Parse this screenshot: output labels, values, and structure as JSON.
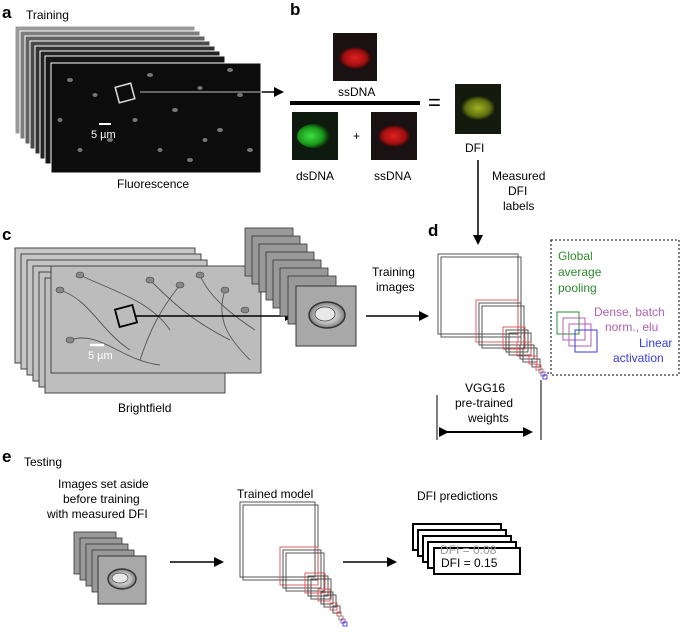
{
  "panels": {
    "a": {
      "letter": "a",
      "title": "Training",
      "scale_bar": "5 µm",
      "caption": "Fluorescence"
    },
    "b": {
      "letter": "b",
      "numerator": "ssDNA",
      "term1": "dsDNA",
      "plus": "+",
      "term2": "ssDNA",
      "equals": "=",
      "result": "DFI"
    },
    "arrow_label": {
      "line1": "Measured",
      "line2": "DFI",
      "line3": "labels"
    },
    "c": {
      "letter": "c",
      "scale_bar": "5 µm",
      "caption": "Brightfield",
      "arrow_label_line1": "Training",
      "arrow_label_line2": "images"
    },
    "d": {
      "letter": "d",
      "model_line1": "VGG16",
      "model_line2": "pre-trained",
      "model_line3": "weights",
      "legend_gap_line1": "Global",
      "legend_gap_line2": "average",
      "legend_gap_line3": "pooling",
      "legend_dense_line1": "Dense, batch",
      "legend_dense_line2": "norm., elu",
      "legend_linear_line1": "Linear",
      "legend_linear_line2": "activation"
    },
    "e": {
      "letter": "e",
      "title": "Testing",
      "images_line1": "Images set aside",
      "images_line2": "before training",
      "images_line3": "with measured DFI",
      "model_title": "Trained model",
      "pred_title": "DFI predictions",
      "pred_front": "DFI = 0.15",
      "pred_back": "DFI = 0.08"
    }
  },
  "colors": {
    "green_text": "#2e8b2e",
    "magenta_text": "#b060b0",
    "blue_text": "#3a3ae0",
    "red_frame": "#e05050"
  }
}
